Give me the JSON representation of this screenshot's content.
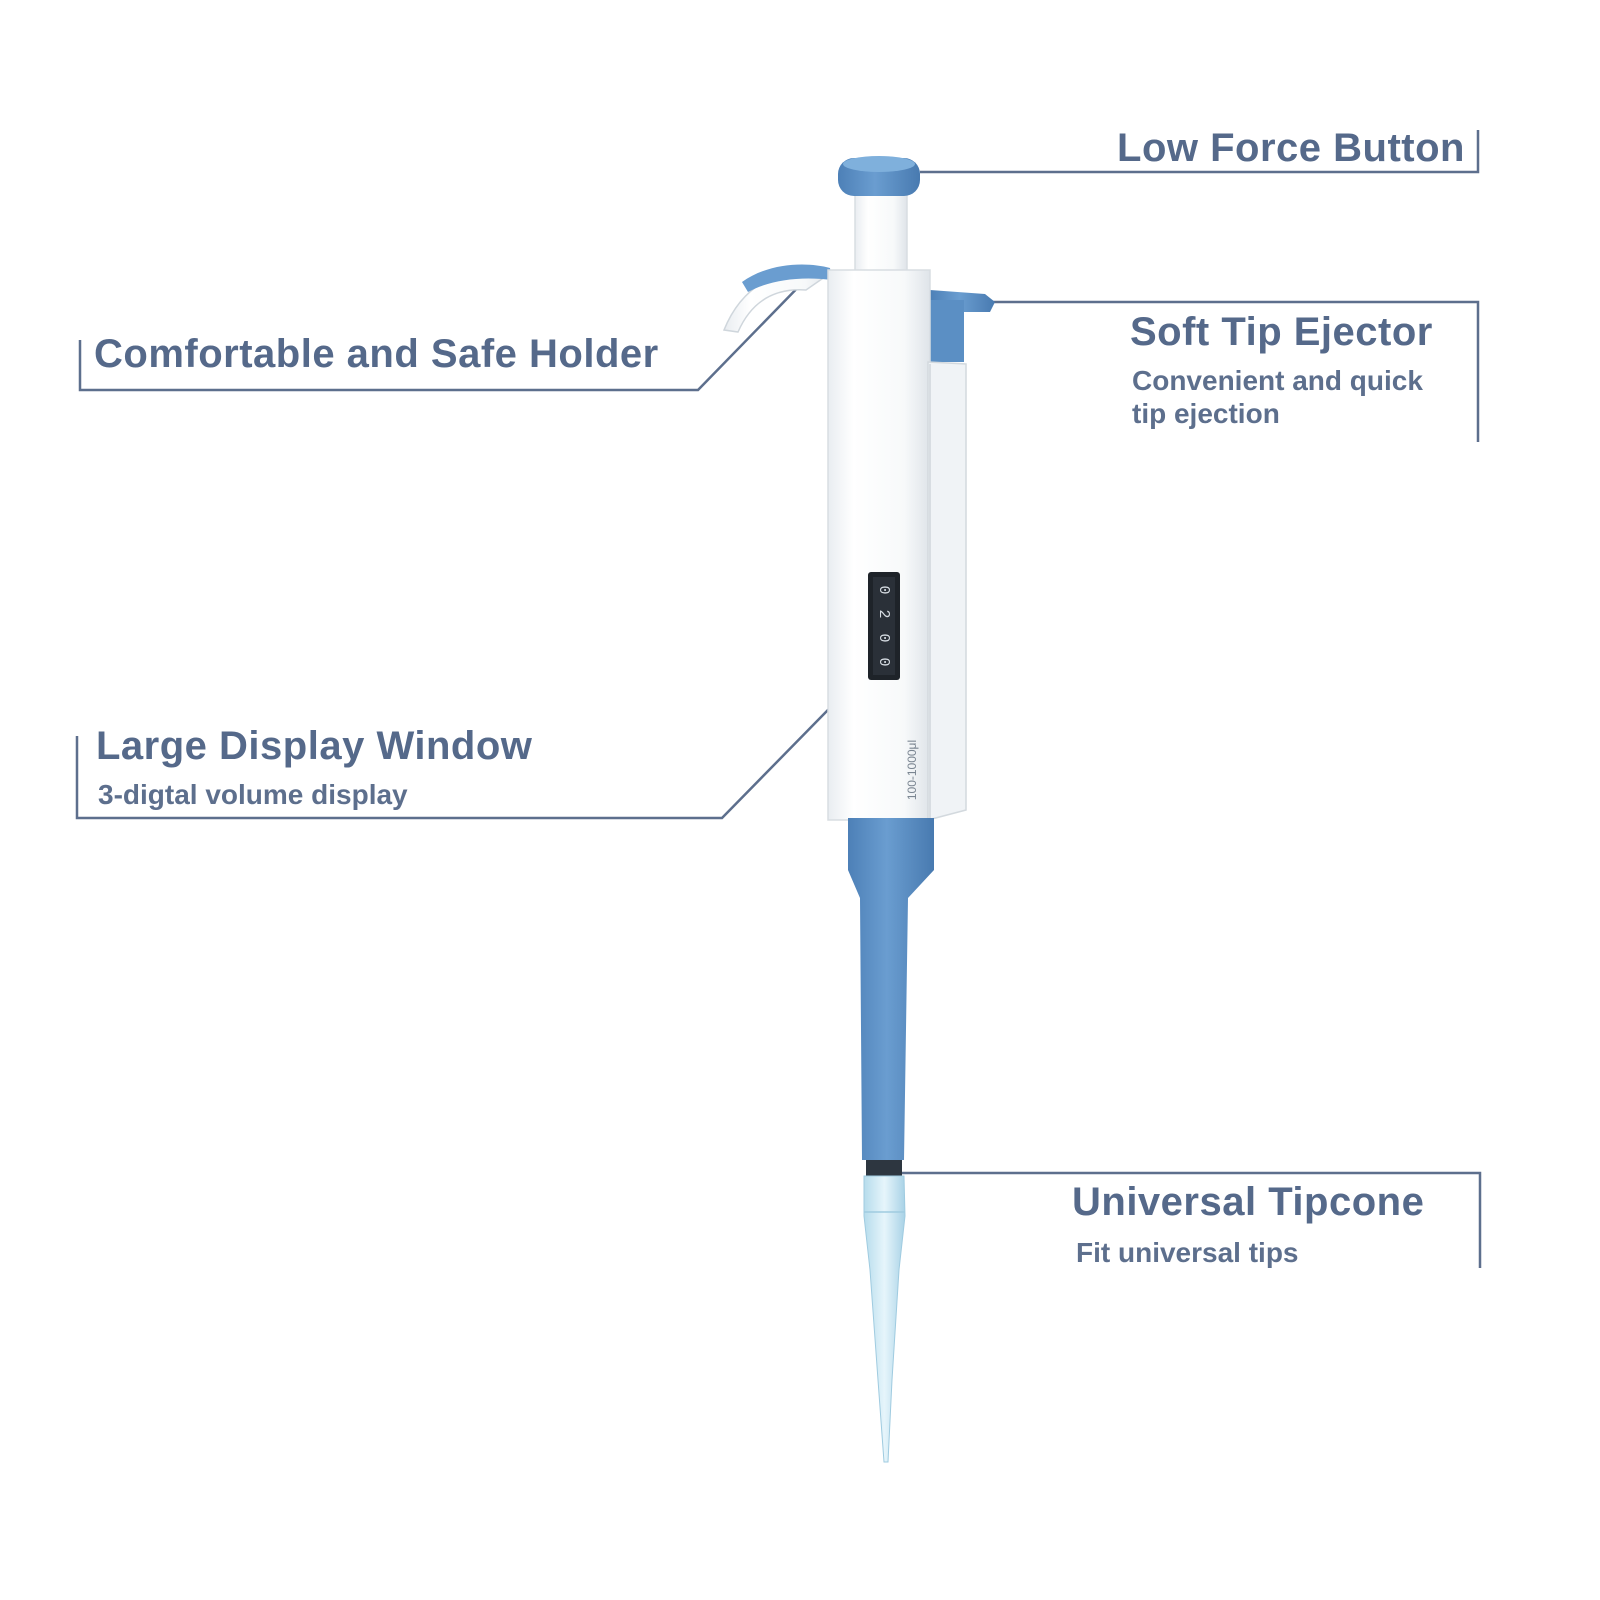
{
  "colors": {
    "label_text": "#55698a",
    "leader_line": "#5d6f8d",
    "pipette_blue": "#5b8fc4",
    "pipette_white": "#f4f6f8"
  },
  "callouts": {
    "button": {
      "title": "Low Force Button"
    },
    "ejector": {
      "title": "Soft Tip Ejector",
      "subtitle_line1": "Convenient and quick",
      "subtitle_line2": "tip ejection"
    },
    "holder": {
      "title": "Comfortable and Safe Holder"
    },
    "display": {
      "title": "Large Display Window",
      "subtitle": "3-digtal volume display"
    },
    "tipcone": {
      "title": "Universal Tipcone",
      "subtitle": "Fit universal tips"
    }
  },
  "pipette": {
    "display_digits": [
      "0",
      "2",
      "0",
      "0"
    ],
    "range_label": "100-1000μl"
  }
}
